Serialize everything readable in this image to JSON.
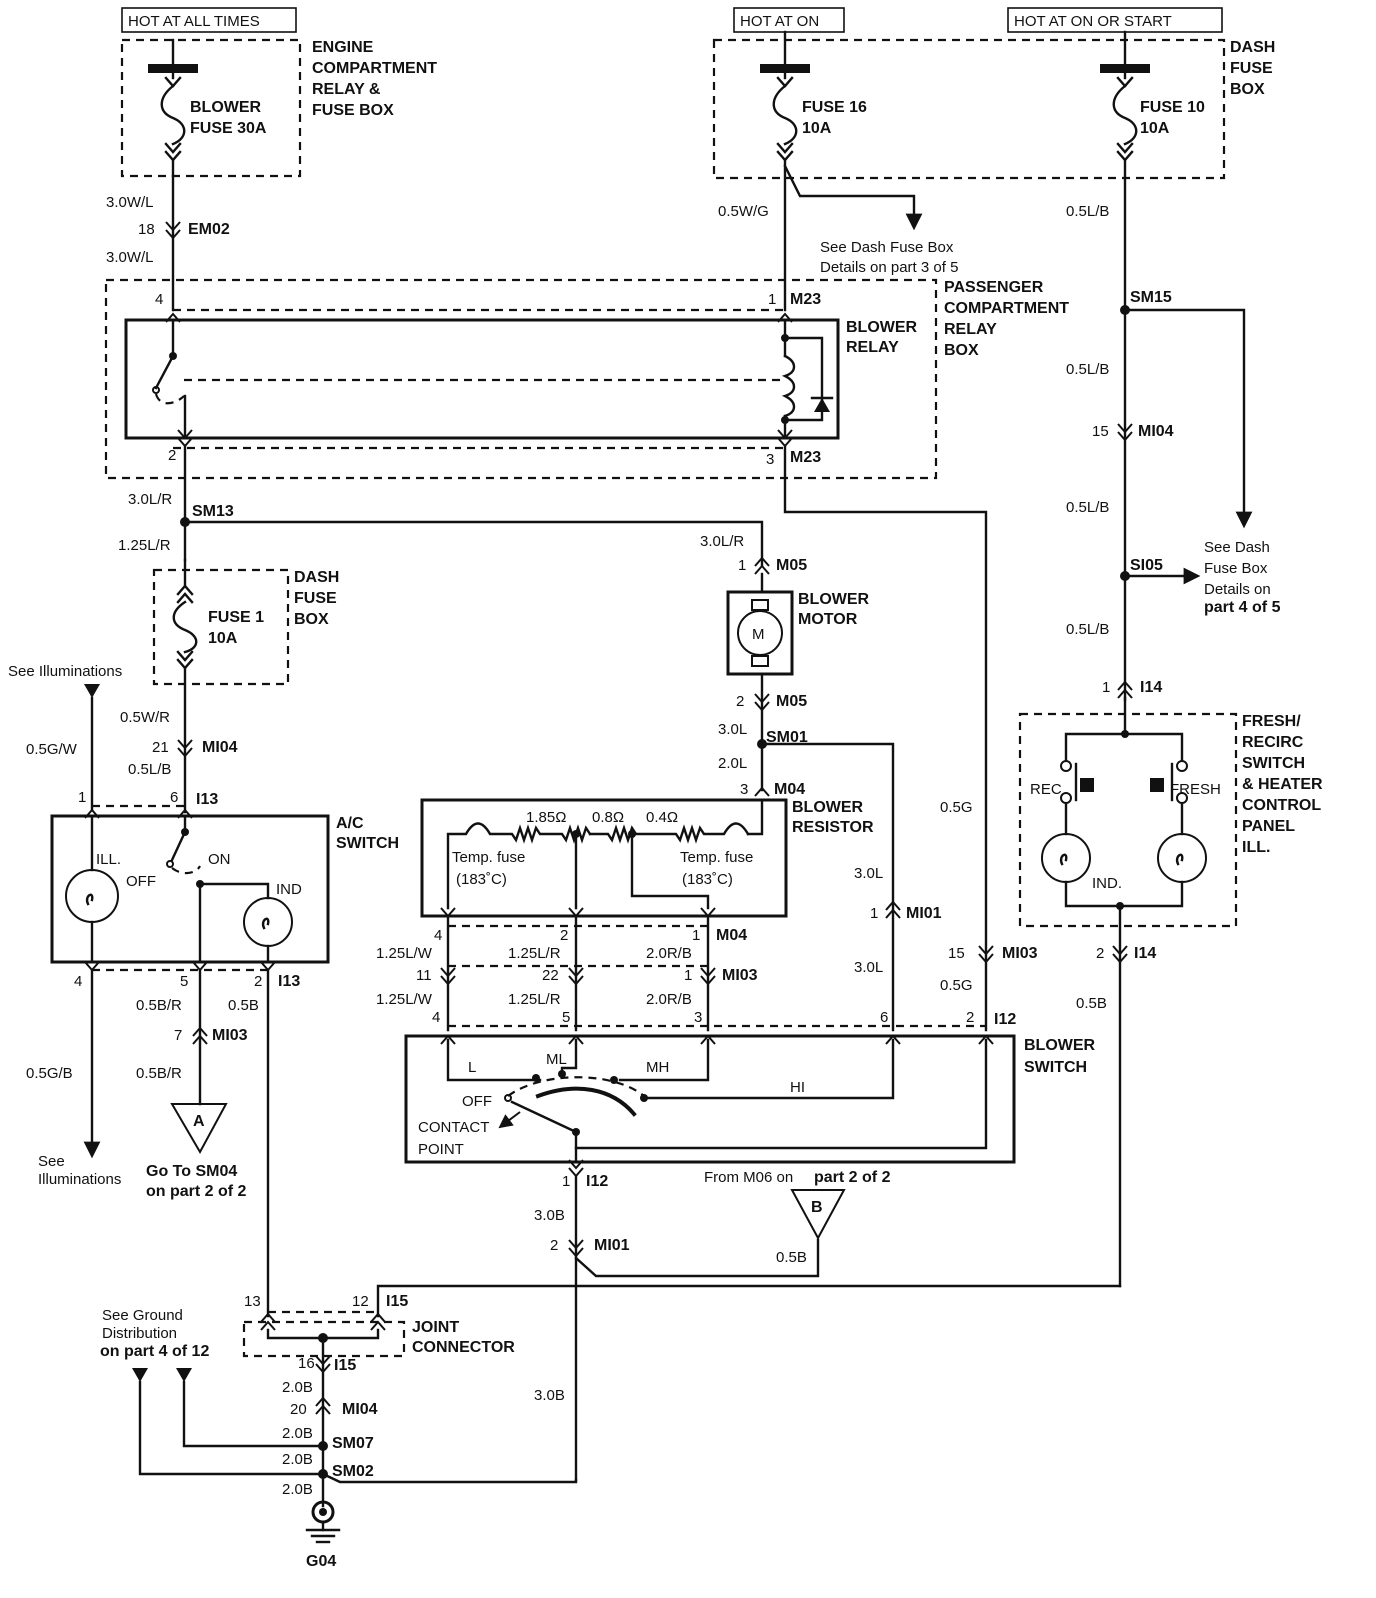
{
  "sources": {
    "always": "HOT AT ALL TIMES",
    "on": "HOT AT ON",
    "on_start": "HOT AT ON  OR START"
  },
  "boxes": {
    "engine_line1": "ENGINE",
    "engine_line2": "COMPARTMENT",
    "engine_line3": "RELAY &",
    "engine_line4": "FUSE BOX",
    "dash_line1": "DASH",
    "dash_line2": "FUSE",
    "dash_line3": "BOX",
    "pass_line1": "PASSENGER",
    "pass_line2": "COMPARTMENT",
    "pass_line3": "RELAY",
    "pass_line4": "BOX",
    "dash2_line1": "DASH",
    "dash2_line2": "FUSE",
    "dash2_line3": "BOX"
  },
  "fuses": {
    "blower_line1": "BLOWER",
    "blower_line2": "FUSE 30A",
    "f16_line1": "FUSE 16",
    "f16_line2": "10A",
    "f10_line1": "FUSE 10",
    "f10_line2": "10A",
    "f1_line1": "FUSE 1",
    "f1_line2": "10A"
  },
  "components": {
    "relay_line1": "BLOWER",
    "relay_line2": "RELAY",
    "motor_line1": "BLOWER",
    "motor_line2": "MOTOR",
    "motor_symbol": "M",
    "resistor_line1": "BLOWER",
    "resistor_line2": "RESISTOR",
    "r1": "1.85Ω",
    "r2": "0.8Ω",
    "r3": "0.4Ω",
    "tfuse1_line1": "Temp. fuse",
    "tfuse1_line2": "(183˚C)",
    "tfuse2_line1": "Temp. fuse",
    "tfuse2_line2": "(183˚C)",
    "ac_line1": "A/C",
    "ac_line2": "SWITCH",
    "ac_ill": "ILL.",
    "ac_off": "OFF",
    "ac_on": "ON",
    "ac_ind": "IND",
    "fresh_line1": "FRESH/",
    "fresh_line2": "RECIRC",
    "fresh_line3": "SWITCH",
    "fresh_line4": "& HEATER",
    "fresh_line5": "CONTROL",
    "fresh_line6": "PANEL",
    "fresh_line7": "ILL.",
    "rec": "REC",
    "fresh": "FRESH",
    "ind": "IND.",
    "bswitch_line1": "BLOWER",
    "bswitch_line2": "SWITCH",
    "pos_l": "L",
    "pos_ml": "ML",
    "pos_mh": "MH",
    "pos_hi": "HI",
    "pos_off": "OFF",
    "contact_line1": "CONTACT",
    "contact_line2": "POINT",
    "joint_line1": "JOINT",
    "joint_line2": "CONNECTOR",
    "ground": "G04"
  },
  "notes": {
    "dash3_line1": "See Dash Fuse Box",
    "dash3_line2": "Details on part 3 of 5",
    "dash4_line1": "See Dash",
    "dash4_line2": "Fuse Box",
    "dash4_line3": "Details on",
    "dash4_line4": "part 4 of 5",
    "illum_top": "See Illuminations",
    "illum_bot_line1": "See",
    "illum_bot_line2": "Illuminations",
    "goto_line1": "Go To SM04",
    "goto_line2": "on part 2 of 2",
    "from_m06_a": "From M06 on ",
    "from_m06_b": "part 2 of 2",
    "ground_line1": "See Ground",
    "ground_line2": "Distribution",
    "ground_line3": "on part 4 of 12",
    "flag_a": "A",
    "flag_b": "B"
  },
  "wires": {
    "w_30wl_a": "3.0W/L",
    "w_30wl_b": "3.0W/L",
    "w_05wg": "0.5W/G",
    "w_05lb_a": "0.5L/B",
    "w_05lb_b": "0.5L/B",
    "w_05lb_c": "0.5L/B",
    "w_05lb_d": "0.5L/B",
    "w_30lr_a": "3.0L/R",
    "w_125lr_a": "1.25L/R",
    "w_30lr_b": "3.0L/R",
    "w_05wr": "0.5W/R",
    "w_05gw": "0.5G/W",
    "w_05lb_e": "0.5L/B",
    "w_30l_a": "3.0L",
    "w_20l": "2.0L",
    "w_05g_a": "0.5G",
    "w_30l_b": "3.0L",
    "w_30l_c": "3.0L",
    "w_05g_b": "0.5G",
    "w_125lw_a": "1.25L/W",
    "w_125lr_b": "1.25L/R",
    "w_20rb_a": "2.0R/B",
    "w_125lw_b": "1.25L/W",
    "w_125lr_c": "1.25L/R",
    "w_20rb_b": "2.0R/B",
    "w_05br_a": "0.5B/R",
    "w_05b_a": "0.5B",
    "w_05gb": "0.5G/B",
    "w_05br_b": "0.5B/R",
    "w_05b_b": "0.5B",
    "w_05b_c": "0.5B",
    "w_30b_a": "3.0B",
    "w_30b_b": "3.0B",
    "w_20b_a": "2.0B",
    "w_20b_b": "2.0B",
    "w_20b_c": "2.0B",
    "w_20b_d": "2.0B"
  },
  "connectors": {
    "em02": "EM02",
    "m23a": "M23",
    "m23b": "M23",
    "sm15": "SM15",
    "mi04a": "MI04",
    "sm13": "SM13",
    "m05a": "M05",
    "si05": "SI05",
    "i14a": "I14",
    "mi04b": "MI04",
    "m05b": "M05",
    "i13a": "I13",
    "sm01": "SM01",
    "m04a": "M04",
    "mi01a": "MI01",
    "m04b": "M04",
    "mi03a": "MI03",
    "i14b": "I14",
    "i13b": "I13",
    "mi03b": "MI03",
    "i12a": "I12",
    "i12b": "I12",
    "mi01b": "MI01",
    "i15a": "I15",
    "i15b": "I15",
    "mi04c": "MI04",
    "sm07": "SM07",
    "sm02": "SM02"
  },
  "pins": {
    "p18": "18",
    "p4": "4",
    "p1a": "1",
    "p2a": "2",
    "p3a": "3",
    "p15a": "15",
    "p1b": "1",
    "p1c": "1",
    "p21": "21",
    "p1d": "1",
    "p6a": "6",
    "p2b": "2",
    "p3b": "3",
    "p1e": "1",
    "p15b": "15",
    "p2c": "2",
    "p4b": "4",
    "p2d": "2",
    "p1f": "1",
    "p11": "11",
    "p22": "22",
    "p1g": "1",
    "p4c": "4",
    "p5b": "5",
    "p3c": "3",
    "p6b": "6",
    "p2e": "2",
    "p4d": "4",
    "p5a": "5",
    "p2f": "2",
    "p7": "7",
    "p1h": "1",
    "p2g": "2",
    "p13": "13",
    "p12": "12",
    "p16": "16",
    "p20": "20"
  }
}
